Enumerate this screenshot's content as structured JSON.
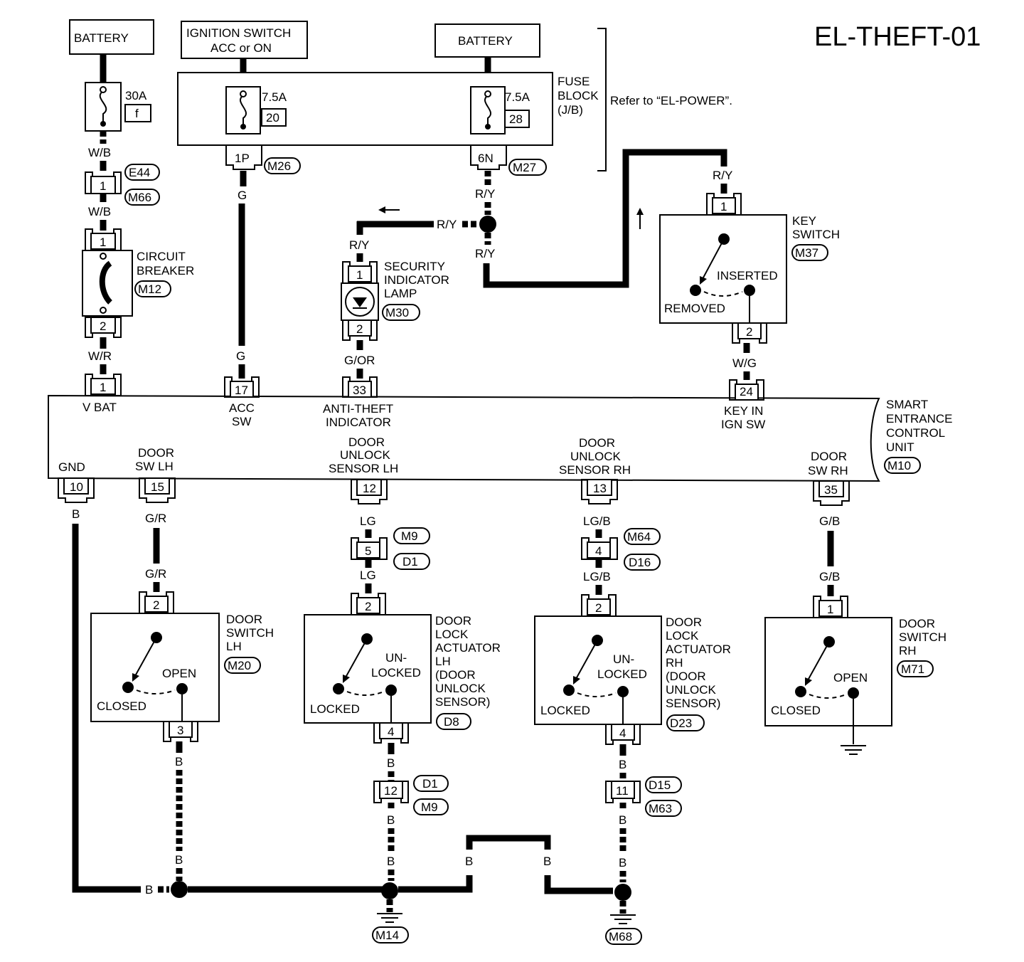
{
  "title": "EL-THEFT-01",
  "power": {
    "battery_left": "BATTERY",
    "ignition_switch_l1": "IGNITION SWITCH",
    "ignition_switch_l2": "ACC or ON",
    "battery_right": "BATTERY",
    "fuse_30a": "30A",
    "fuse_30a_id": "f",
    "fuse_7_5a_a": "7.5A",
    "fuse_20": "20",
    "fuse_7_5a_b": "7.5A",
    "fuse_28": "28",
    "fuse_block_l1": "FUSE",
    "fuse_block_l2": "BLOCK",
    "fuse_block_l3": "(J/B)",
    "refer": "Refer to “EL-POWER”."
  },
  "connectors": {
    "e44": "E44",
    "m66": "M66",
    "m26": "M26",
    "m27": "M27",
    "c1p": "1P",
    "c6n": "6N",
    "m12": "M12",
    "m30": "M30",
    "m37": "M37",
    "m10": "M10",
    "m9a": "M9",
    "d1a": "D1",
    "m64": "M64",
    "d16": "D16",
    "m20": "M20",
    "d8": "D8",
    "d23": "D23",
    "m71": "M71",
    "d1b": "D1",
    "m9b": "M9",
    "d15": "D15",
    "m63": "M63",
    "m14": "M14",
    "m68": "M68"
  },
  "pins": {
    "p1a": "1",
    "p1b": "1",
    "p2cb": "2",
    "p1c": "1",
    "p1lamp": "1",
    "p2lamp": "2",
    "p1key": "1",
    "p2key": "2",
    "p17": "17",
    "p33": "33",
    "p24": "24",
    "p10": "10",
    "p15": "15",
    "p12": "12",
    "p13": "13",
    "p35": "35",
    "p5": "5",
    "p4a": "4",
    "p2dsl": "2",
    "p3dsl": "3",
    "p2dll": "2",
    "p4dll": "4",
    "p2dlr": "2",
    "p4dlr": "4",
    "p1dsr": "1",
    "p12b": "12",
    "p11b": "11"
  },
  "wires": {
    "wb1": "W/B",
    "wb2": "W/B",
    "wr": "W/R",
    "g1": "G",
    "g2": "G",
    "ry1": "R/Y",
    "ry2": "R/Y",
    "ry3": "R/Y",
    "ry4": "R/Y",
    "ry5": "R/Y",
    "gor": "G/OR",
    "wg": "W/G",
    "b1": "B",
    "gr1": "G/R",
    "gr2": "G/R",
    "lg1": "LG",
    "lg2": "LG",
    "lgb1": "LG/B",
    "lgb2": "LG/B",
    "gb1": "G/B",
    "gb2": "G/B",
    "b2": "B",
    "b3": "B",
    "b4": "B",
    "b5": "B",
    "b6": "B",
    "b7": "B",
    "b8": "B",
    "b9": "B",
    "b10": "B",
    "b11": "B",
    "b12": "B"
  },
  "components": {
    "circuit_breaker_l1": "CIRCUIT",
    "circuit_breaker_l2": "BREAKER",
    "sec_lamp_l1": "SECURITY",
    "sec_lamp_l2": "INDICATOR",
    "sec_lamp_l3": "LAMP",
    "key_switch_l1": "KEY",
    "key_switch_l2": "SWITCH",
    "inserted": "INSERTED",
    "removed": "REMOVED",
    "door_sw_lh_l1": "DOOR",
    "door_sw_lh_l2": "SWITCH",
    "door_sw_lh_l3": "LH",
    "closed_l": "CLOSED",
    "open_l": "OPEN",
    "dla_lh_l1": "DOOR",
    "dla_lh_l2": "LOCK",
    "dla_lh_l3": "ACTUATOR",
    "dla_lh_l4": "LH",
    "dla_lh_l5": "(DOOR",
    "dla_lh_l6": "UNLOCK",
    "dla_lh_l7": "SENSOR)",
    "unl_l1": "UN-",
    "unl_l2": "LOCKED",
    "locked_l": "LOCKED",
    "dla_rh_l1": "DOOR",
    "dla_rh_l2": "LOCK",
    "dla_rh_l3": "ACTUATOR",
    "dla_rh_l4": "RH",
    "dla_rh_l5": "(DOOR",
    "dla_rh_l6": "UNLOCK",
    "dla_rh_l7": "SENSOR)",
    "unr_l1": "UN-",
    "unr_l2": "LOCKED",
    "locked_r": "LOCKED",
    "door_sw_rh_l1": "DOOR",
    "door_sw_rh_l2": "SWITCH",
    "door_sw_rh_l3": "RH",
    "closed_r": "CLOSED",
    "open_r": "OPEN"
  },
  "unit": {
    "name_l1": "SMART",
    "name_l2": "ENTRANCE",
    "name_l3": "CONTROL",
    "name_l4": "UNIT",
    "vbat": "V BAT",
    "acc_l1": "ACC",
    "acc_l2": "SW",
    "anti_l1": "ANTI-THEFT",
    "anti_l2": "INDICATOR",
    "key_l1": "KEY IN",
    "key_l2": "IGN SW",
    "gnd": "GND",
    "dswlh_l1": "DOOR",
    "dswlh_l2": "SW LH",
    "dusl_l1": "DOOR",
    "dusl_l2": "UNLOCK",
    "dusl_l3": "SENSOR LH",
    "dusr_l1": "DOOR",
    "dusr_l2": "UNLOCK",
    "dusr_l3": "SENSOR RH",
    "dswrh_l1": "DOOR",
    "dswrh_l2": "SW RH"
  }
}
